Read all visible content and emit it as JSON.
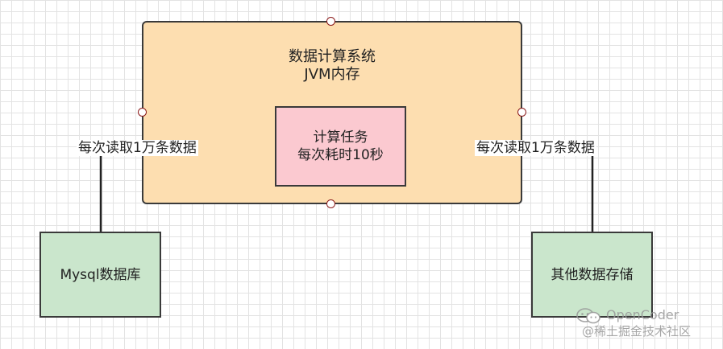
{
  "jvm_box": {
    "title": "数据计算系统\nJVM内存"
  },
  "task_box": {
    "line1": "计算任务",
    "line2": "每次耗时10秒"
  },
  "mysql_box": {
    "label": "Mysql数据库"
  },
  "other_box": {
    "label": "其他数据存储"
  },
  "edges": {
    "left_label": "每次读取1万条数据",
    "right_label": "每次读取1万条数据"
  },
  "watermark": {
    "line1": "OpenCoder",
    "line2": "@稀土掘金技术社区"
  },
  "colors": {
    "jvm_fill": "#fddeb0",
    "task_fill": "#fbc9d0",
    "store_fill": "#cae6cc",
    "stroke": "#3a3a3a"
  }
}
